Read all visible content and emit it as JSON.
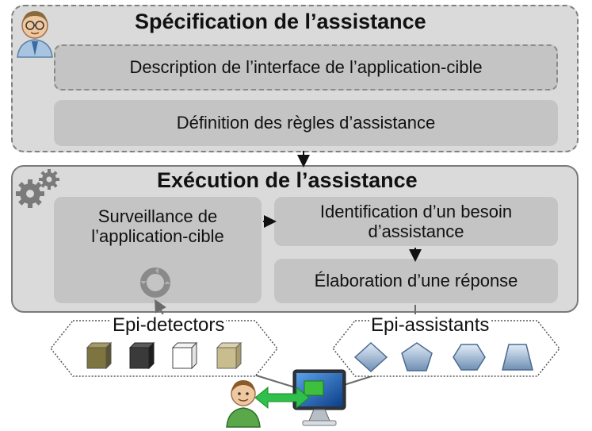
{
  "spec": {
    "title": "Spécification de l’assistance",
    "box_interface": "Description de l’interface de l’application-cible",
    "box_rules": "Définition des règles d’assistance"
  },
  "exec": {
    "title": "Exécution de l’assistance",
    "box_monitor": "Surveillance de l’application-cible",
    "box_identify": "Identification d’un besoin d’assistance",
    "box_response": "Élaboration d’une réponse"
  },
  "epi_detectors": {
    "label": "Epi-detectors",
    "cube_colors": [
      "#7d7440",
      "#3a3a3a",
      "#ffffff",
      "#c9bd8d"
    ]
  },
  "epi_assistants": {
    "label": "Epi-assistants",
    "shapes": [
      "diamond",
      "pentagon",
      "hexagon",
      "trapezoid"
    ],
    "shape_color": "#9db4d0"
  },
  "icons": [
    "person-icon",
    "gears-icon",
    "cycle-arrows-icon",
    "computer-monitor-icon",
    "user-avatar-icon",
    "bidirectional-arrow-icon"
  ]
}
